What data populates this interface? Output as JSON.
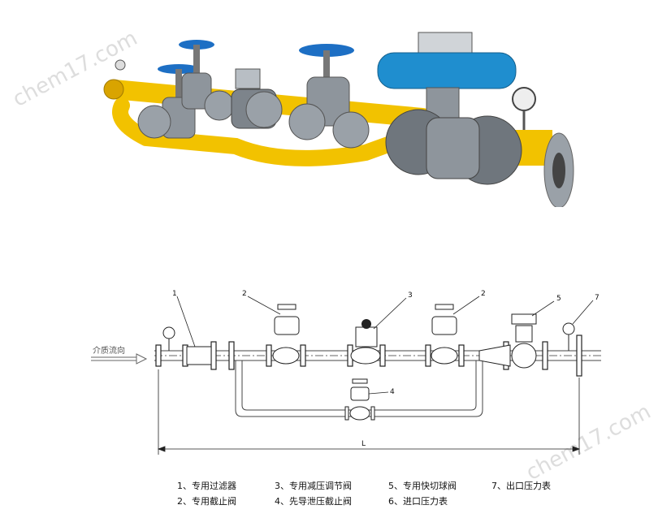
{
  "watermarks": [
    "chem17.com",
    "chem17.com"
  ],
  "diagram": {
    "flow_label": "介质流向",
    "callouts": [
      "1",
      "2",
      "3",
      "2",
      "5",
      "7",
      "4"
    ],
    "length_label": "L"
  },
  "legend": {
    "items": [
      "1、专用过滤器",
      "3、专用减压调节阀",
      "5、专用快切球阀",
      "7、出口压力表",
      "2、专用截止阀",
      "4、先导泄压截止阀",
      "6、进口压力表"
    ]
  },
  "colors": {
    "pipe_yellow": "#f2c200",
    "actuator_blue": "#1f8ecf",
    "valve_gray": "#8e959c",
    "handwheel_blue": "#1d6fc4"
  }
}
